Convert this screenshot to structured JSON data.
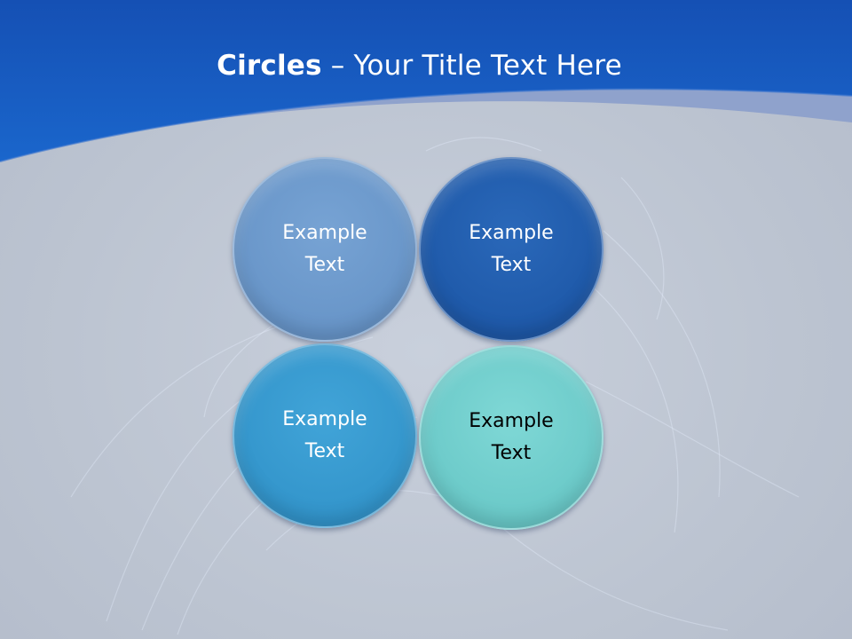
{
  "title": {
    "bold": "Circles",
    "rest": " – Your Title Text Here"
  },
  "circles": [
    {
      "line1": "Example",
      "line2": "Text"
    },
    {
      "line1": "Example",
      "line2": "Text"
    },
    {
      "line1": "Example",
      "line2": "Text"
    },
    {
      "line1": "Example",
      "line2": "Text"
    }
  ],
  "colors": {
    "header_blue": "#1a5fc4",
    "header_band": "#8fa2cc",
    "background": "#c2c9d5",
    "circle_1": "#6996c9",
    "circle_2": "#1f5aaa",
    "circle_3": "#3496cc",
    "circle_4": "#6ccac9"
  }
}
